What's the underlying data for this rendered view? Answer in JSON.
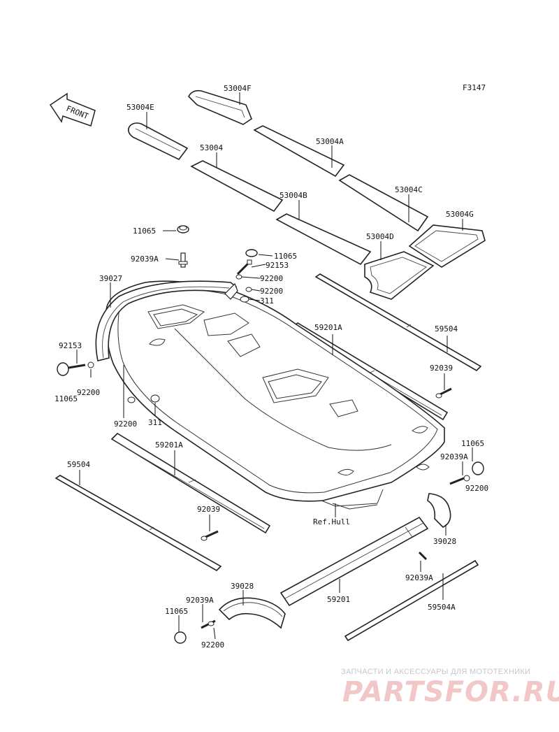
{
  "figure_code": "F3147",
  "front_arrow": "FRONT",
  "reference": "Ref.Hull",
  "parts": {
    "p53004F": "53004F",
    "p53004E": "53004E",
    "p53004A": "53004A",
    "p53004": "53004",
    "p53004C": "53004C",
    "p53004B": "53004B",
    "p53004G": "53004G",
    "p53004D": "53004D",
    "p11065_a": "11065",
    "p92039A_a": "92039A",
    "p11065_b": "11065",
    "p92153_a": "92153",
    "p39027": "39027",
    "p92200_a": "92200",
    "p92200_b": "92200",
    "p311_a": "311",
    "p92153_b": "92153",
    "p11065_c": "11065",
    "p92200_c": "92200",
    "p92200_d": "92200",
    "p311_b": "311",
    "p59201A_a": "59201A",
    "p59504_a": "59504",
    "p92039_a": "92039",
    "p11065_d": "11065",
    "p92039A_b": "92039A",
    "p92200_e": "92200",
    "p59201A_b": "59201A",
    "p59504_b": "59504",
    "p92039_b": "92039",
    "p39028_a": "39028",
    "p92039A_c": "92039A",
    "p39028_b": "39028",
    "p59201": "59201",
    "p59504A": "59504A",
    "p92039A_d": "92039A",
    "p11065_e": "11065",
    "p92200_f": "92200"
  },
  "watermark": {
    "tagline": "ЗАПЧАСТИ И АКСЕССУАРЫ ДЛЯ МОТОТЕХНИКИ",
    "logo": "PARTSFOR.RU"
  }
}
